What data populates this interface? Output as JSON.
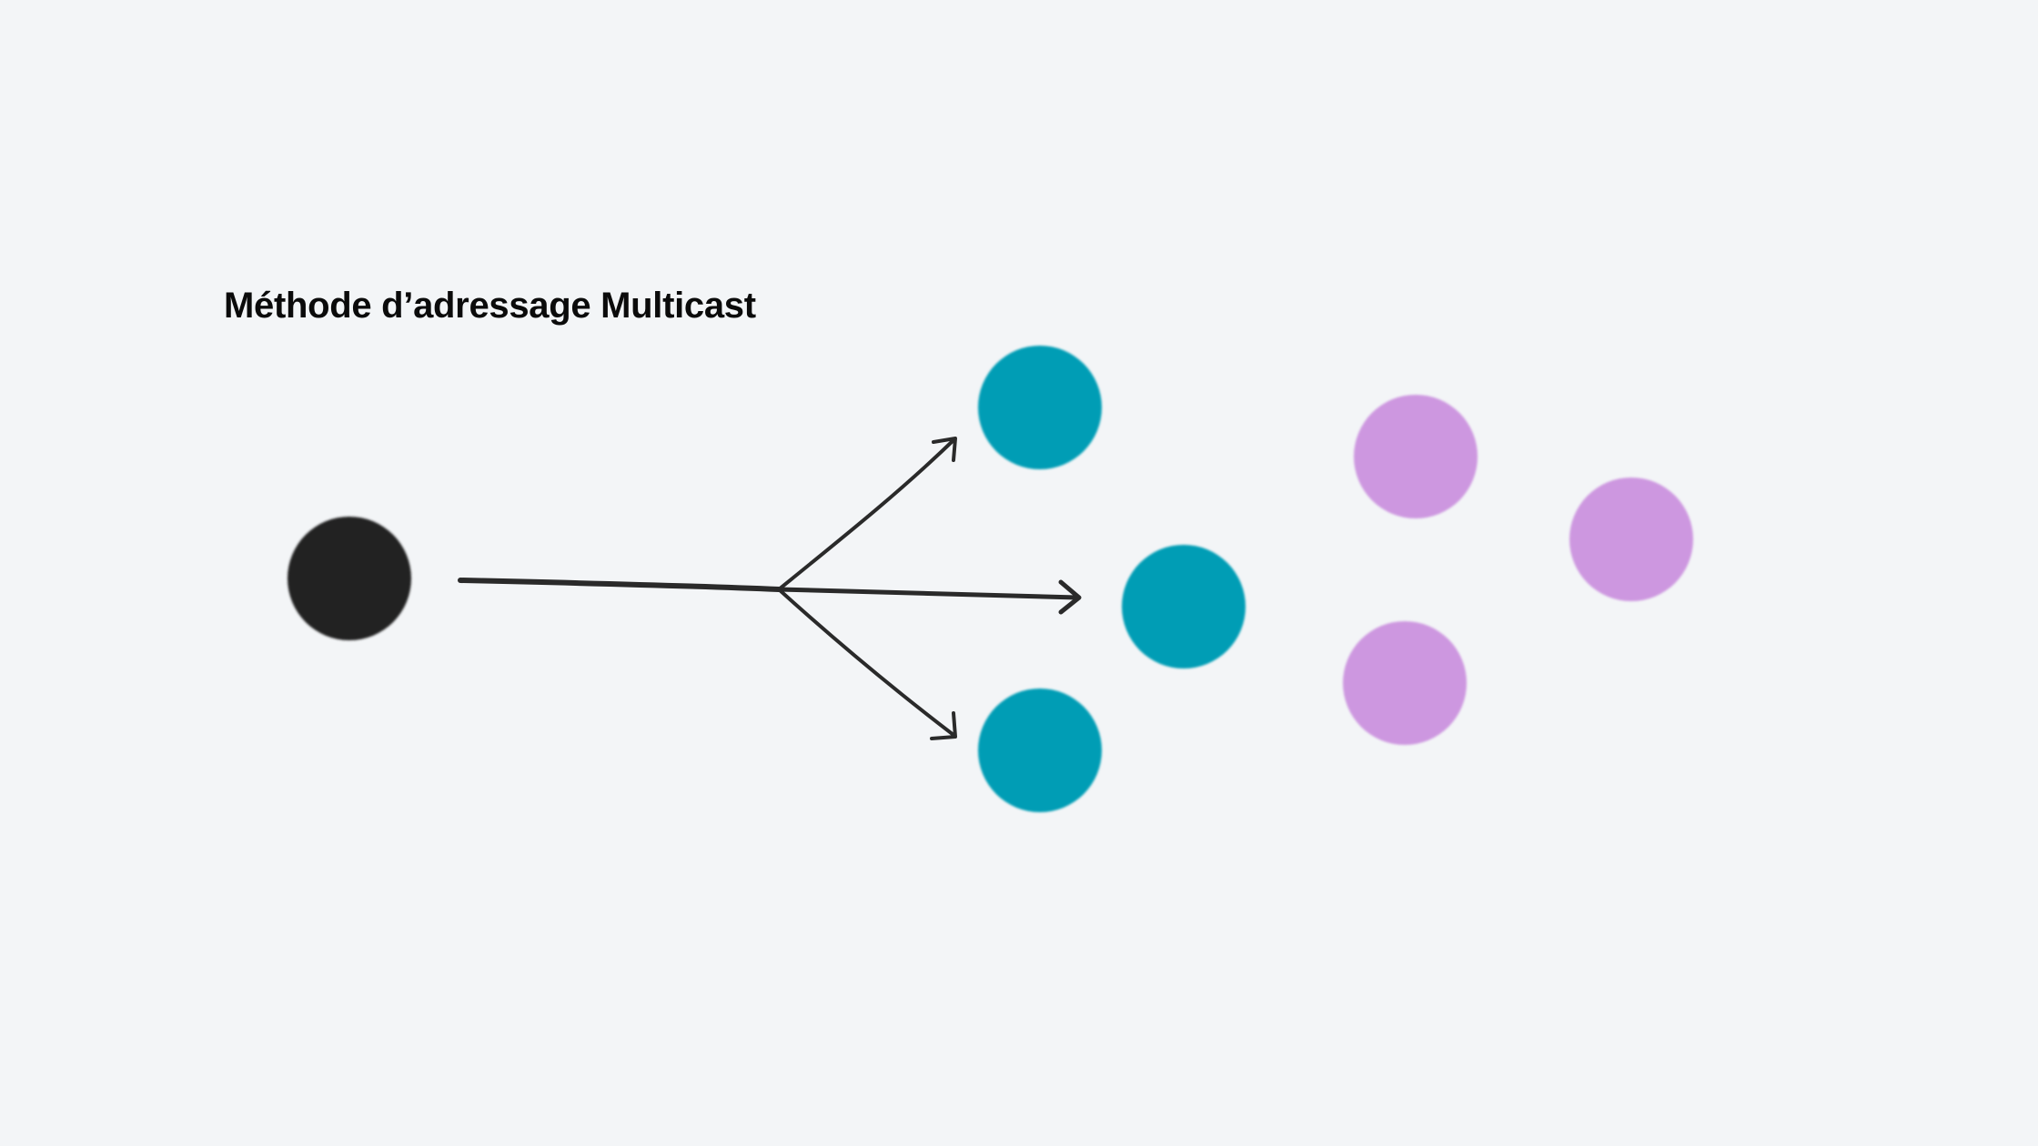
{
  "title": "Méthode d’adressage Multicast",
  "colors": {
    "background": "#f3f5f7",
    "source_node": "#222222",
    "group_member_node": "#009db5",
    "non_member_node": "#cd97e0",
    "arrow": "#2a2a2a",
    "title_text": "#0b0b0b"
  },
  "nodes": {
    "source": {
      "role": "source"
    },
    "receivers": [
      {
        "role": "group-member"
      },
      {
        "role": "group-member"
      },
      {
        "role": "group-member"
      }
    ],
    "others": [
      {
        "role": "non-member"
      },
      {
        "role": "non-member"
      },
      {
        "role": "non-member"
      }
    ]
  },
  "arrows": [
    {
      "from": "source",
      "to": "receiver-1"
    },
    {
      "from": "source",
      "to": "receiver-2"
    },
    {
      "from": "source",
      "to": "receiver-3"
    }
  ]
}
